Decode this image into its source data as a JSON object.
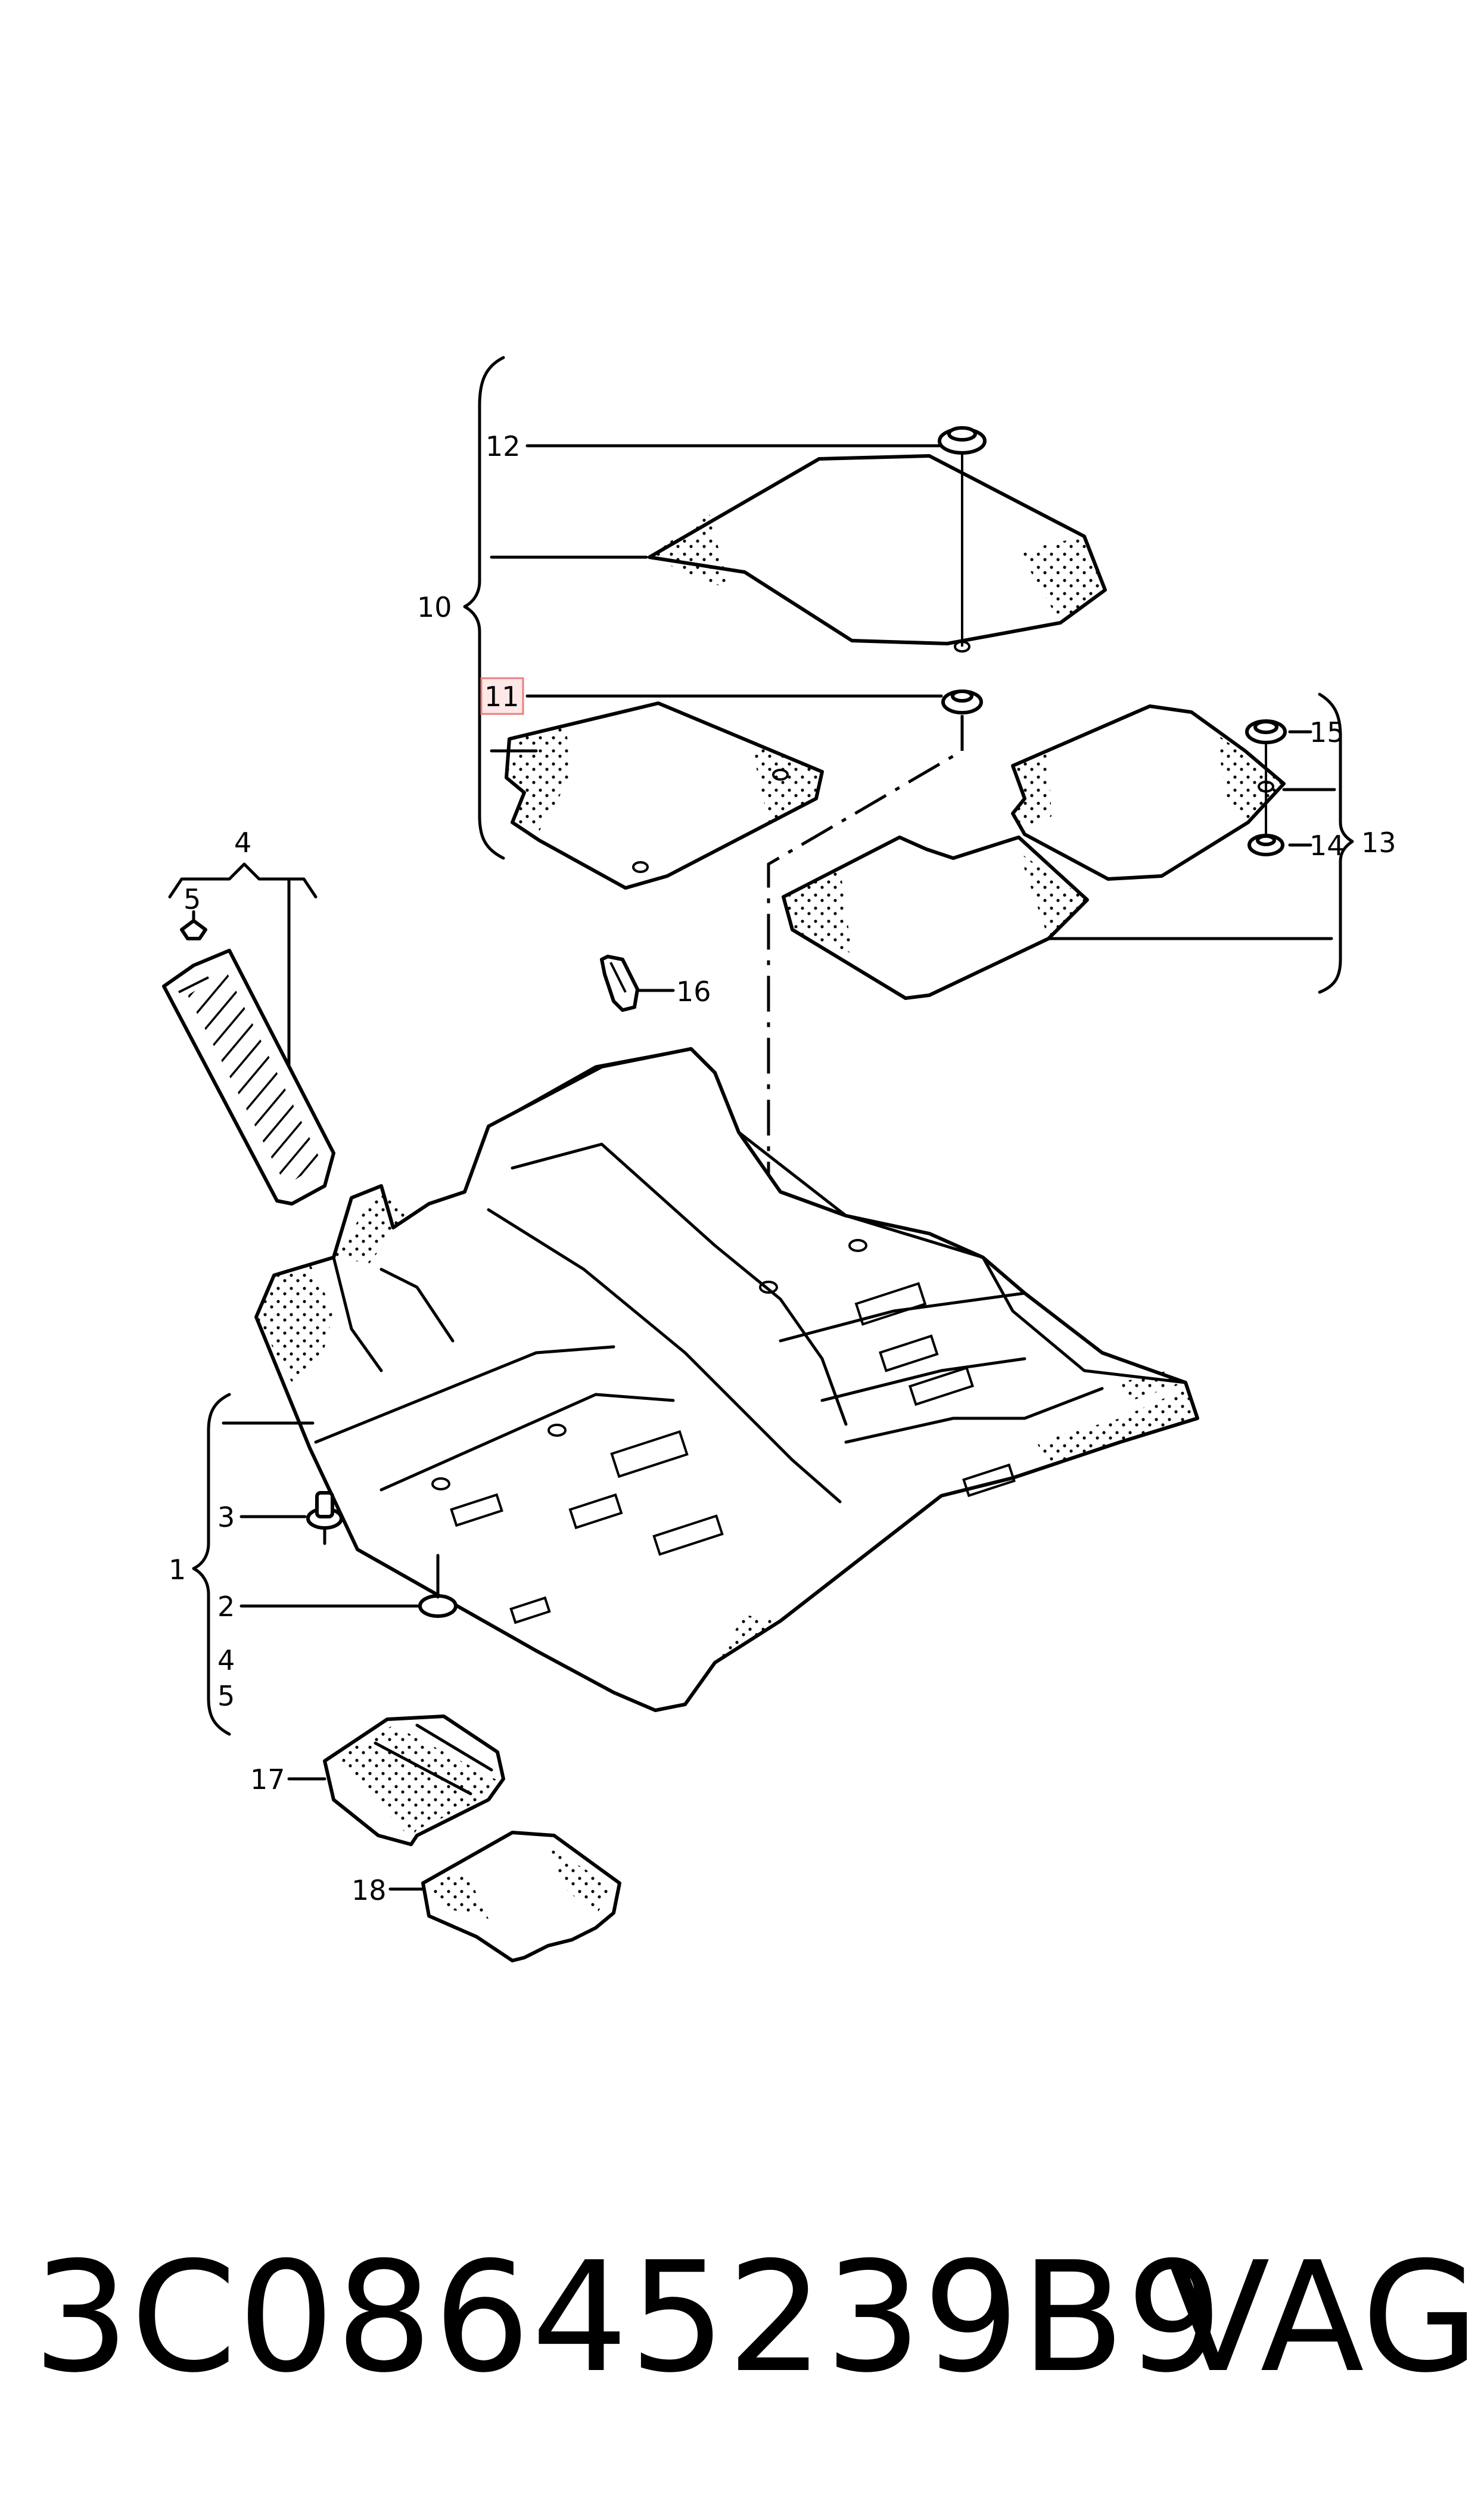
{
  "diagram": {
    "callouts": [
      {
        "id": "c1",
        "text": "1"
      },
      {
        "id": "c2",
        "text": "2"
      },
      {
        "id": "c3",
        "text": "3"
      },
      {
        "id": "c4a",
        "text": "4"
      },
      {
        "id": "c4b",
        "text": "4"
      },
      {
        "id": "c5a",
        "text": "5"
      },
      {
        "id": "c5b",
        "text": "5"
      },
      {
        "id": "c10",
        "text": "10"
      },
      {
        "id": "c11",
        "text": "11"
      },
      {
        "id": "c12",
        "text": "12"
      },
      {
        "id": "c13",
        "text": "13"
      },
      {
        "id": "c14",
        "text": "14"
      },
      {
        "id": "c15",
        "text": "15"
      },
      {
        "id": "c16",
        "text": "16"
      },
      {
        "id": "c17",
        "text": "17"
      },
      {
        "id": "c18",
        "text": "18"
      }
    ],
    "highlight_color": "#fde7e7"
  },
  "footer": {
    "part_number": "3C08645239B9",
    "brand": "VAG"
  }
}
